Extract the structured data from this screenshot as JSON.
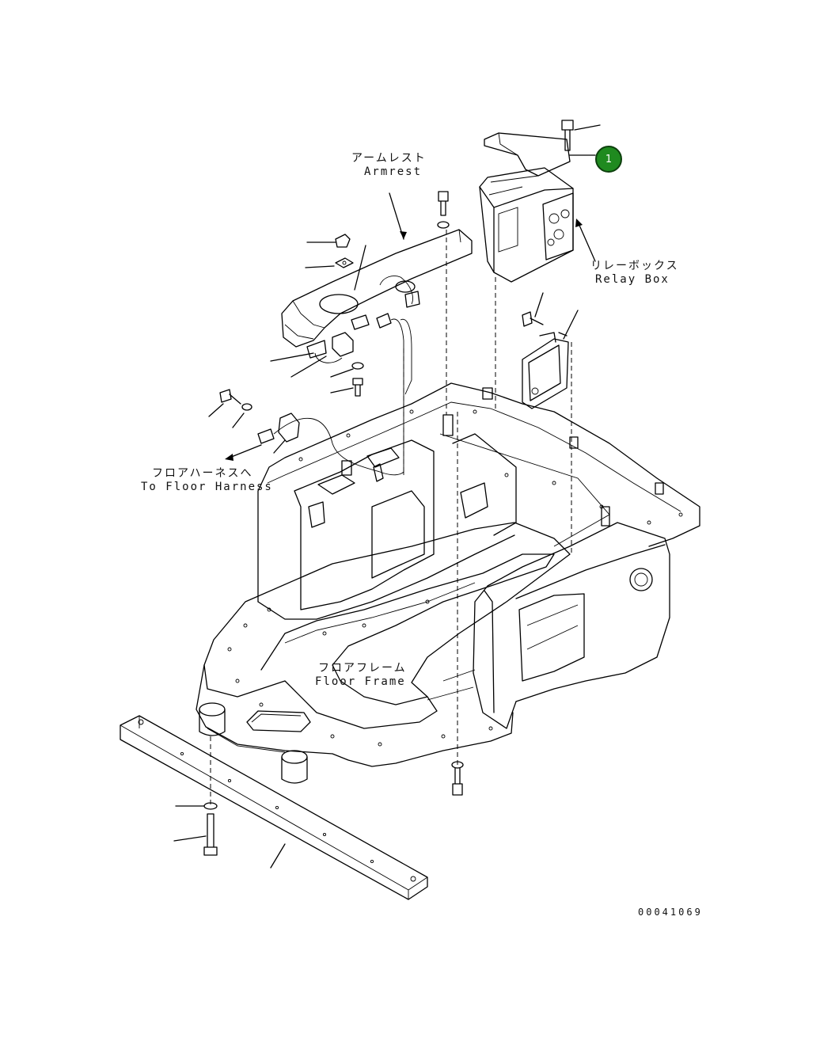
{
  "labels": {
    "armrest_jp": "アームレスト",
    "armrest_en": "Armrest",
    "relay_box_jp": "リレーボックス",
    "relay_box_en": "Relay Box",
    "floor_harness_jp": "フロアハーネスへ",
    "floor_harness_en": "To Floor Harness",
    "floor_frame_jp": "フロアフレーム",
    "floor_frame_en": "Floor Frame"
  },
  "callouts": [
    {
      "number": "1"
    }
  ],
  "drawing_number": "00041069",
  "colors": {
    "callout_fill": "#1f8a1f",
    "line": "#000000"
  }
}
